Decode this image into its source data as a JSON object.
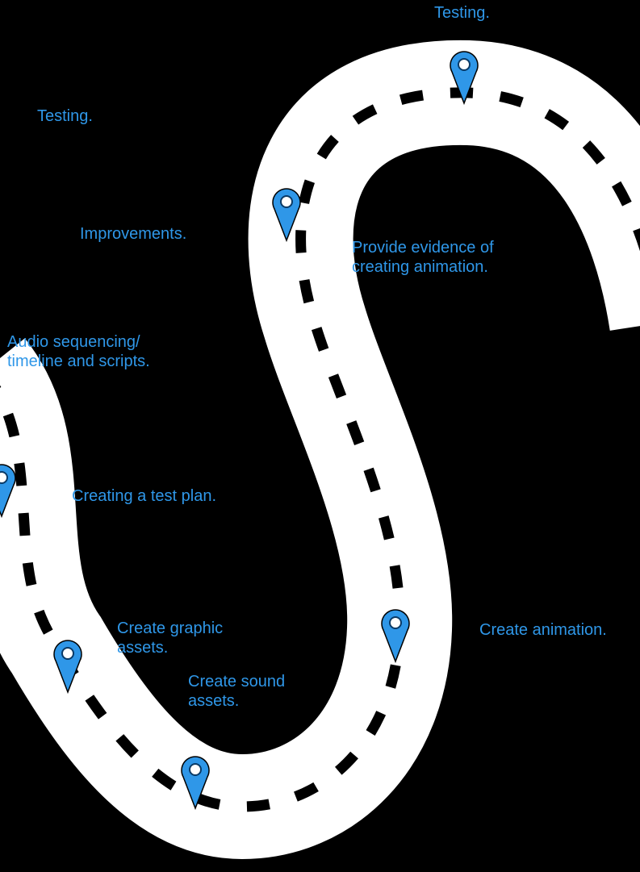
{
  "roadmap": {
    "colors": {
      "background": "#000000",
      "road": "#ffffff",
      "dashes": "#000000",
      "pin": "#2f97e8",
      "label": "#2f97e8"
    },
    "milestones": [
      {
        "line1": "Testing.",
        "line2": ""
      },
      {
        "line1": "Testing.",
        "line2": ""
      },
      {
        "line1": "Improvements.",
        "line2": ""
      },
      {
        "line1": "Provide evidence of",
        "line2": "creating animation."
      },
      {
        "line1": "Audio sequencing/",
        "line2": "timeline and scripts."
      },
      {
        "line1": "Creating a test plan.",
        "line2": ""
      },
      {
        "line1": "Create graphic",
        "line2": "assets."
      },
      {
        "line1": "Create sound",
        "line2": "assets."
      },
      {
        "line1": "Create animation.",
        "line2": ""
      }
    ],
    "pin_icon": "map-pin-icon"
  }
}
